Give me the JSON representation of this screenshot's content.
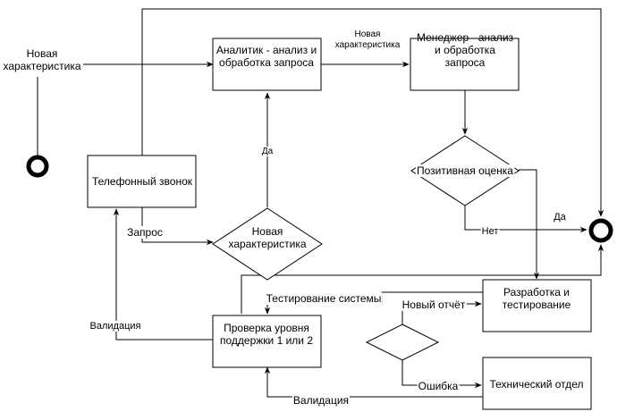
{
  "nodes": {
    "start_label": [
      "Новая",
      "характеристика"
    ],
    "analyst": [
      "Аналитик - анализ и",
      "обработка запроса"
    ],
    "manager": [
      "Менеджер - анализ",
      "и обработка",
      "запроса"
    ],
    "phone_call": [
      "Телефонный звонок"
    ],
    "positive_review": [
      "Позитивная оценка"
    ],
    "new_feature_decision": [
      "Новая",
      "характеристика"
    ],
    "dev_testing": [
      "Разработка и",
      "тестирование"
    ],
    "support_check": [
      "Проверка уровня",
      "поддержки 1 или 2"
    ],
    "tech_dept": [
      "Технический отдел"
    ]
  },
  "edge_labels": {
    "analyst_to_manager": [
      "Новая",
      "характеристика"
    ],
    "yes_up": [
      "Да"
    ],
    "request": [
      "Запрос"
    ],
    "no": [
      "Нет"
    ],
    "yes_right": [
      "Да"
    ],
    "system_testing": [
      "Тестирование системы"
    ],
    "new_report": [
      "Новый отчёт"
    ],
    "validation_left": [
      "Валидация"
    ],
    "error": [
      "Ошибка"
    ],
    "validation_bottom": [
      "Валидация"
    ]
  }
}
